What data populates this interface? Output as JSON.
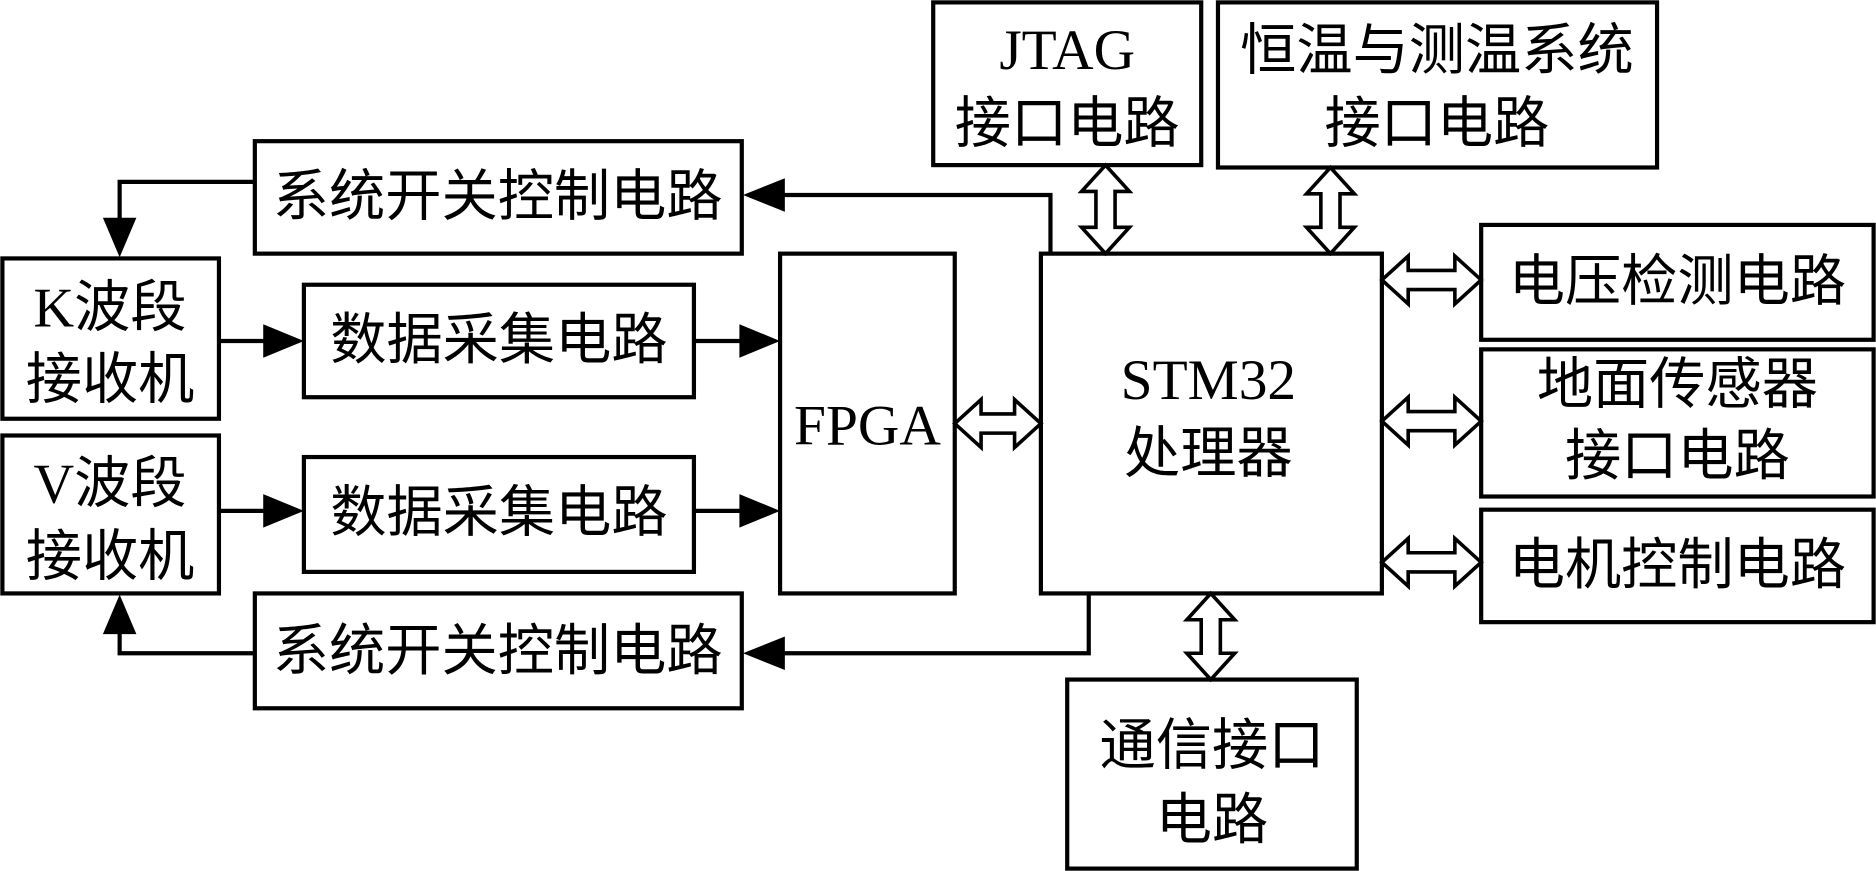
{
  "diagram": {
    "jtag": {
      "lines": [
        "JTAG",
        "接口电路"
      ]
    },
    "thermo_iface": {
      "lines": [
        "恒温与测温系统",
        "接口电路"
      ]
    },
    "switch_ctrl_top": {
      "label": "系统开关控制电路"
    },
    "k_receiver": {
      "lines": [
        "K波段",
        "接收机"
      ]
    },
    "daq_top": {
      "label": "数据采集电路"
    },
    "fpga": {
      "label": "FPGA"
    },
    "stm32": {
      "lines": [
        "STM32",
        "处理器"
      ]
    },
    "voltage_detect": {
      "label": "电压检测电路"
    },
    "ground_sensor": {
      "lines": [
        "地面传感器",
        "接口电路"
      ]
    },
    "motor_ctrl": {
      "label": "电机控制电路"
    },
    "v_receiver": {
      "lines": [
        "V波段",
        "接收机"
      ]
    },
    "daq_bottom": {
      "label": "数据采集电路"
    },
    "switch_ctrl_bottom": {
      "label": "系统开关控制电路"
    },
    "comm_iface": {
      "lines": [
        "通信接口",
        "电路"
      ]
    }
  },
  "colors": {
    "stroke": "#000000",
    "background": "#ffffff"
  }
}
